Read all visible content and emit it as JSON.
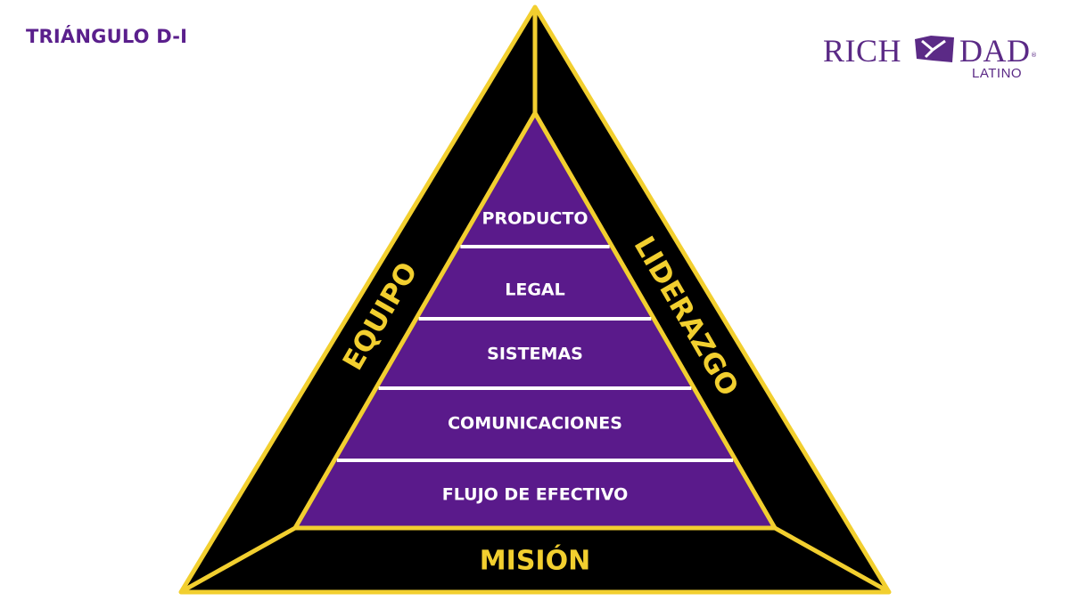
{
  "title": "TRIÁNGULO D-I",
  "logo": {
    "word1": "RICH",
    "word2": "DAD",
    "registered": "®",
    "subtitle": "LATINO",
    "icon": "rich-dad-emblem-icon"
  },
  "colors": {
    "purple": "#5a1a8b",
    "black": "#000000",
    "gold": "#f2cf2f",
    "white": "#ffffff",
    "brand_purple": "#5b2a86"
  },
  "pyramid": {
    "levels": [
      {
        "label": "PRODUCTO"
      },
      {
        "label": "LEGAL"
      },
      {
        "label": "SISTEMAS"
      },
      {
        "label": "COMUNICACIONES"
      },
      {
        "label": "FLUJO DE EFECTIVO"
      }
    ],
    "frame": {
      "left": "EQUIPO",
      "right": "LIDERAZGO",
      "base": "MISIÓN"
    }
  }
}
